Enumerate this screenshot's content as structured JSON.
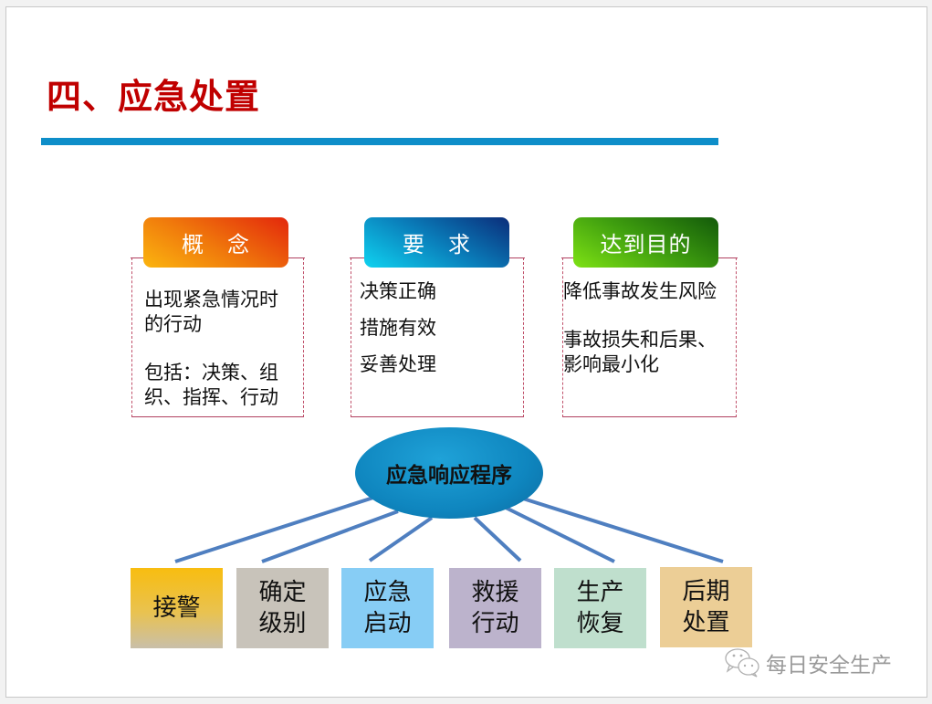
{
  "slide": {
    "title": "四、应急处置",
    "colors": {
      "title": "#c00000",
      "rule": "#0e8ec9",
      "connector": "#4f7fc0",
      "card_border": "#b04060"
    }
  },
  "cards": [
    {
      "heading": "概　念",
      "theme": "orange",
      "lines": [
        "出现紧急情况时",
        "的行动",
        "",
        "包括：决策、组",
        "织、指挥、行动"
      ]
    },
    {
      "heading": "要　求",
      "theme": "blue",
      "lines": [
        "决策正确",
        "措施有效",
        "妥善处理"
      ]
    },
    {
      "heading": "达到目的",
      "theme": "green",
      "lines": [
        "降低事故发生风险",
        "",
        "事故损失和后果、",
        "影响最小化"
      ]
    }
  ],
  "cards_text": {
    "c0_para1": "出现紧急情况时\n的行动",
    "c0_para2": "包括：决策、组\n织、指挥、行动",
    "c1_item1": "决策正确",
    "c1_item2": "措施有效",
    "c1_item3": "妥善处理",
    "c2_para1": "降低事故发生风险",
    "c2_para2": "事故损失和后果、\n影响最小化"
  },
  "hub": {
    "label": "应急响应程序"
  },
  "steps": [
    {
      "label": "接警",
      "color": "#f5be1e"
    },
    {
      "label": "确定\n级别",
      "color": "#c8c3ba"
    },
    {
      "label": "应急\n启动",
      "color": "#87cdf5"
    },
    {
      "label": "救援\n行动",
      "color": "#bcb3cc"
    },
    {
      "label": "生产\n恢复",
      "color": "#bfdfcd"
    },
    {
      "label": "后期\n处置",
      "color": "#ecce96"
    }
  ],
  "watermark": {
    "icon": "wechat-icon",
    "text": "每日安全生产"
  }
}
